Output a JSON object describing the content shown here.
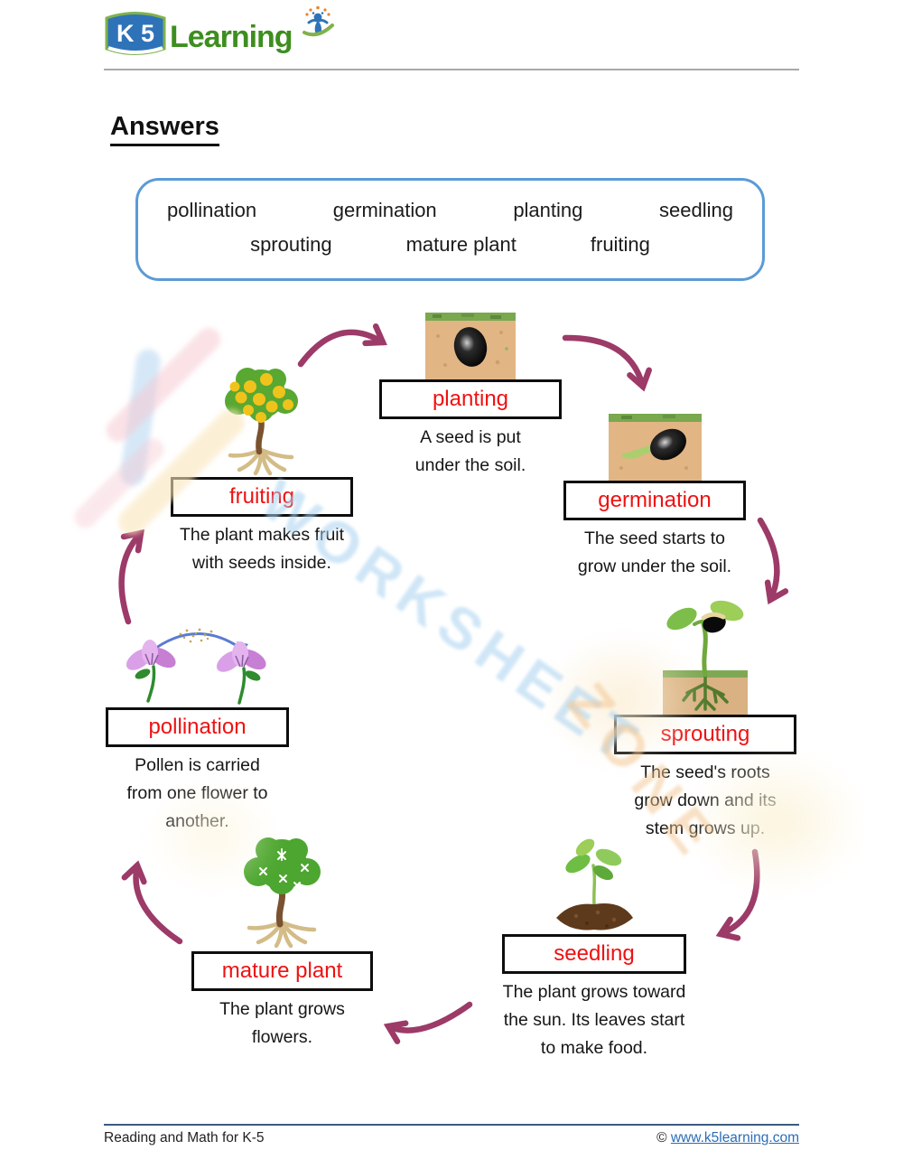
{
  "header": {
    "logo": {
      "k5": "K 5",
      "learning": "Learning"
    }
  },
  "title": "Answers",
  "word_bank": {
    "row1": [
      "pollination",
      "germination",
      "planting",
      "seedling"
    ],
    "row2": [
      "sprouting",
      "mature plant",
      "fruiting"
    ]
  },
  "stages": {
    "planting": {
      "label": "planting",
      "caption": [
        "A seed is put",
        "under the soil."
      ]
    },
    "germination": {
      "label": "germination",
      "caption": [
        "The seed starts to",
        "grow under the soil."
      ]
    },
    "sprouting": {
      "label": "sprouting",
      "caption": [
        "The seed's roots",
        "grow down and its",
        "stem grows up."
      ]
    },
    "seedling": {
      "label": "seedling",
      "caption": [
        "The plant grows toward",
        "the sun. Its leaves start",
        "to make food."
      ]
    },
    "mature_plant": {
      "label": "mature plant",
      "caption": [
        "The plant grows",
        "flowers."
      ]
    },
    "pollination": {
      "label": "pollination",
      "caption": [
        "Pollen is carried",
        "from one flower to",
        "another."
      ]
    },
    "fruiting": {
      "label": "fruiting",
      "caption": [
        "The plant makes fruit",
        "with seeds inside."
      ]
    }
  },
  "watermark": {
    "part1": "WORKSHEET",
    "part2": "ZONE"
  },
  "footer": {
    "left": "Reading and Math for K-5",
    "copyright": "©",
    "link": "www.k5learning.com"
  },
  "colors": {
    "arrow": "#9C3A68",
    "label_text": "#EE1111",
    "word_bank_border": "#5B9BD5",
    "link": "#2B6CB8",
    "logo_green": "#3E8E1F",
    "logo_blue": "#2E73B8"
  }
}
